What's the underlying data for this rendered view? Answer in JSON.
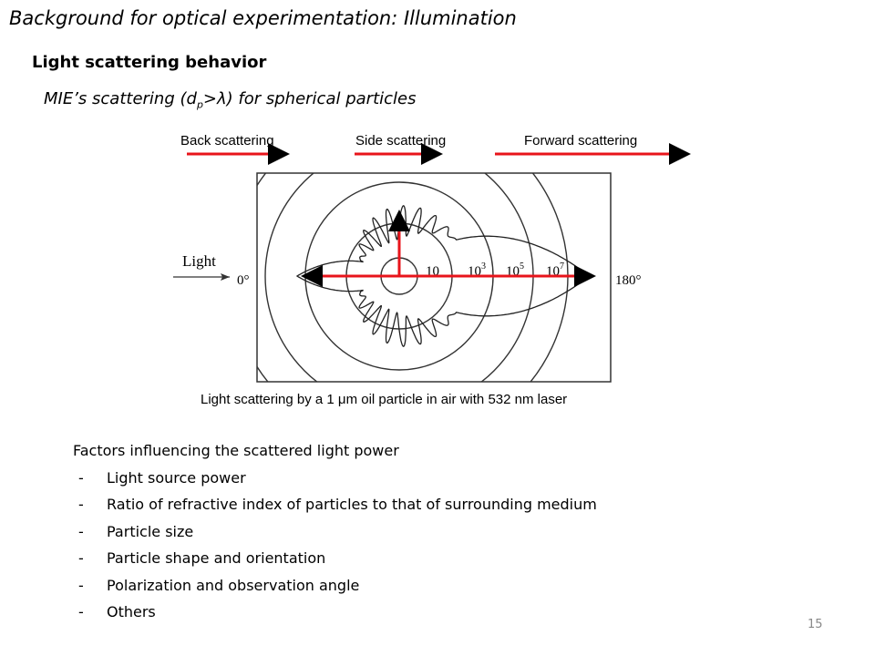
{
  "slide": {
    "title": "Background for optical experimentation: Illumination",
    "subtitle": "Light scattering behavior",
    "mie_prefix": "MIE’s scattering (d",
    "mie_sub": "p",
    "mie_suffix": ">λ) for spherical particles",
    "page_number": "15"
  },
  "diagram": {
    "arrow_labels": [
      "Back scattering",
      "Side scattering",
      "Forward scattering"
    ],
    "light_label": "Light",
    "angle_left": "0°",
    "angle_right": "180°",
    "scale_labels": [
      {
        "base": "10",
        "exp": ""
      },
      {
        "base": "10",
        "exp": "3"
      },
      {
        "base": "10",
        "exp": "5"
      },
      {
        "base": "10",
        "exp": "7"
      }
    ],
    "arrow_color": "#e8141b",
    "caption": "Light scattering by a 1 μm oil particle in air with 532 nm laser"
  },
  "factors": {
    "heading": "Factors influencing the scattered light power",
    "items": [
      "Light source power",
      "Ratio of refractive index of particles to that of surrounding medium",
      "Particle size",
      "Particle shape and orientation",
      "Polarization and observation angle",
      "Others"
    ]
  }
}
